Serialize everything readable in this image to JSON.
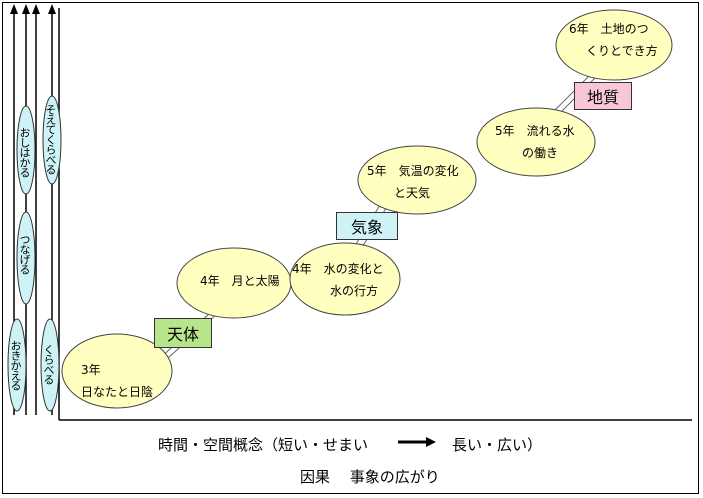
{
  "left_bars": [
    {
      "label": "おしはかる"
    },
    {
      "label": "つなげる"
    },
    {
      "label": "おきかえる"
    },
    {
      "label": "そえてくらべる"
    },
    {
      "label": "くらべる"
    }
  ],
  "units": [
    {
      "line1": "3年",
      "line2": "日なたと日陰"
    },
    {
      "line1": "4年　月と太陽",
      "line2": ""
    },
    {
      "line1": "4年　水の変化と",
      "line2": "水の行方"
    },
    {
      "line1": "5年　気温の変化",
      "line2": "と天気"
    },
    {
      "line1": "5年　流れる水",
      "line2": "の働き"
    },
    {
      "line1": "6年　土地のつ",
      "line2": "くりとでき方"
    }
  ],
  "tags": [
    {
      "label": "天体",
      "color": "#b7e68a"
    },
    {
      "label": "気象",
      "color": "#cdf3f7"
    },
    {
      "label": "地質",
      "color": "#f7c7d6"
    }
  ],
  "axis": {
    "x_label": "時間・空間概念（短い・せまい",
    "x_label_end": "長い・広い）",
    "caption": "因果　 事象の広がり"
  },
  "colors": {
    "ellipse": "#ffffc0",
    "connector": "#ffffff"
  }
}
